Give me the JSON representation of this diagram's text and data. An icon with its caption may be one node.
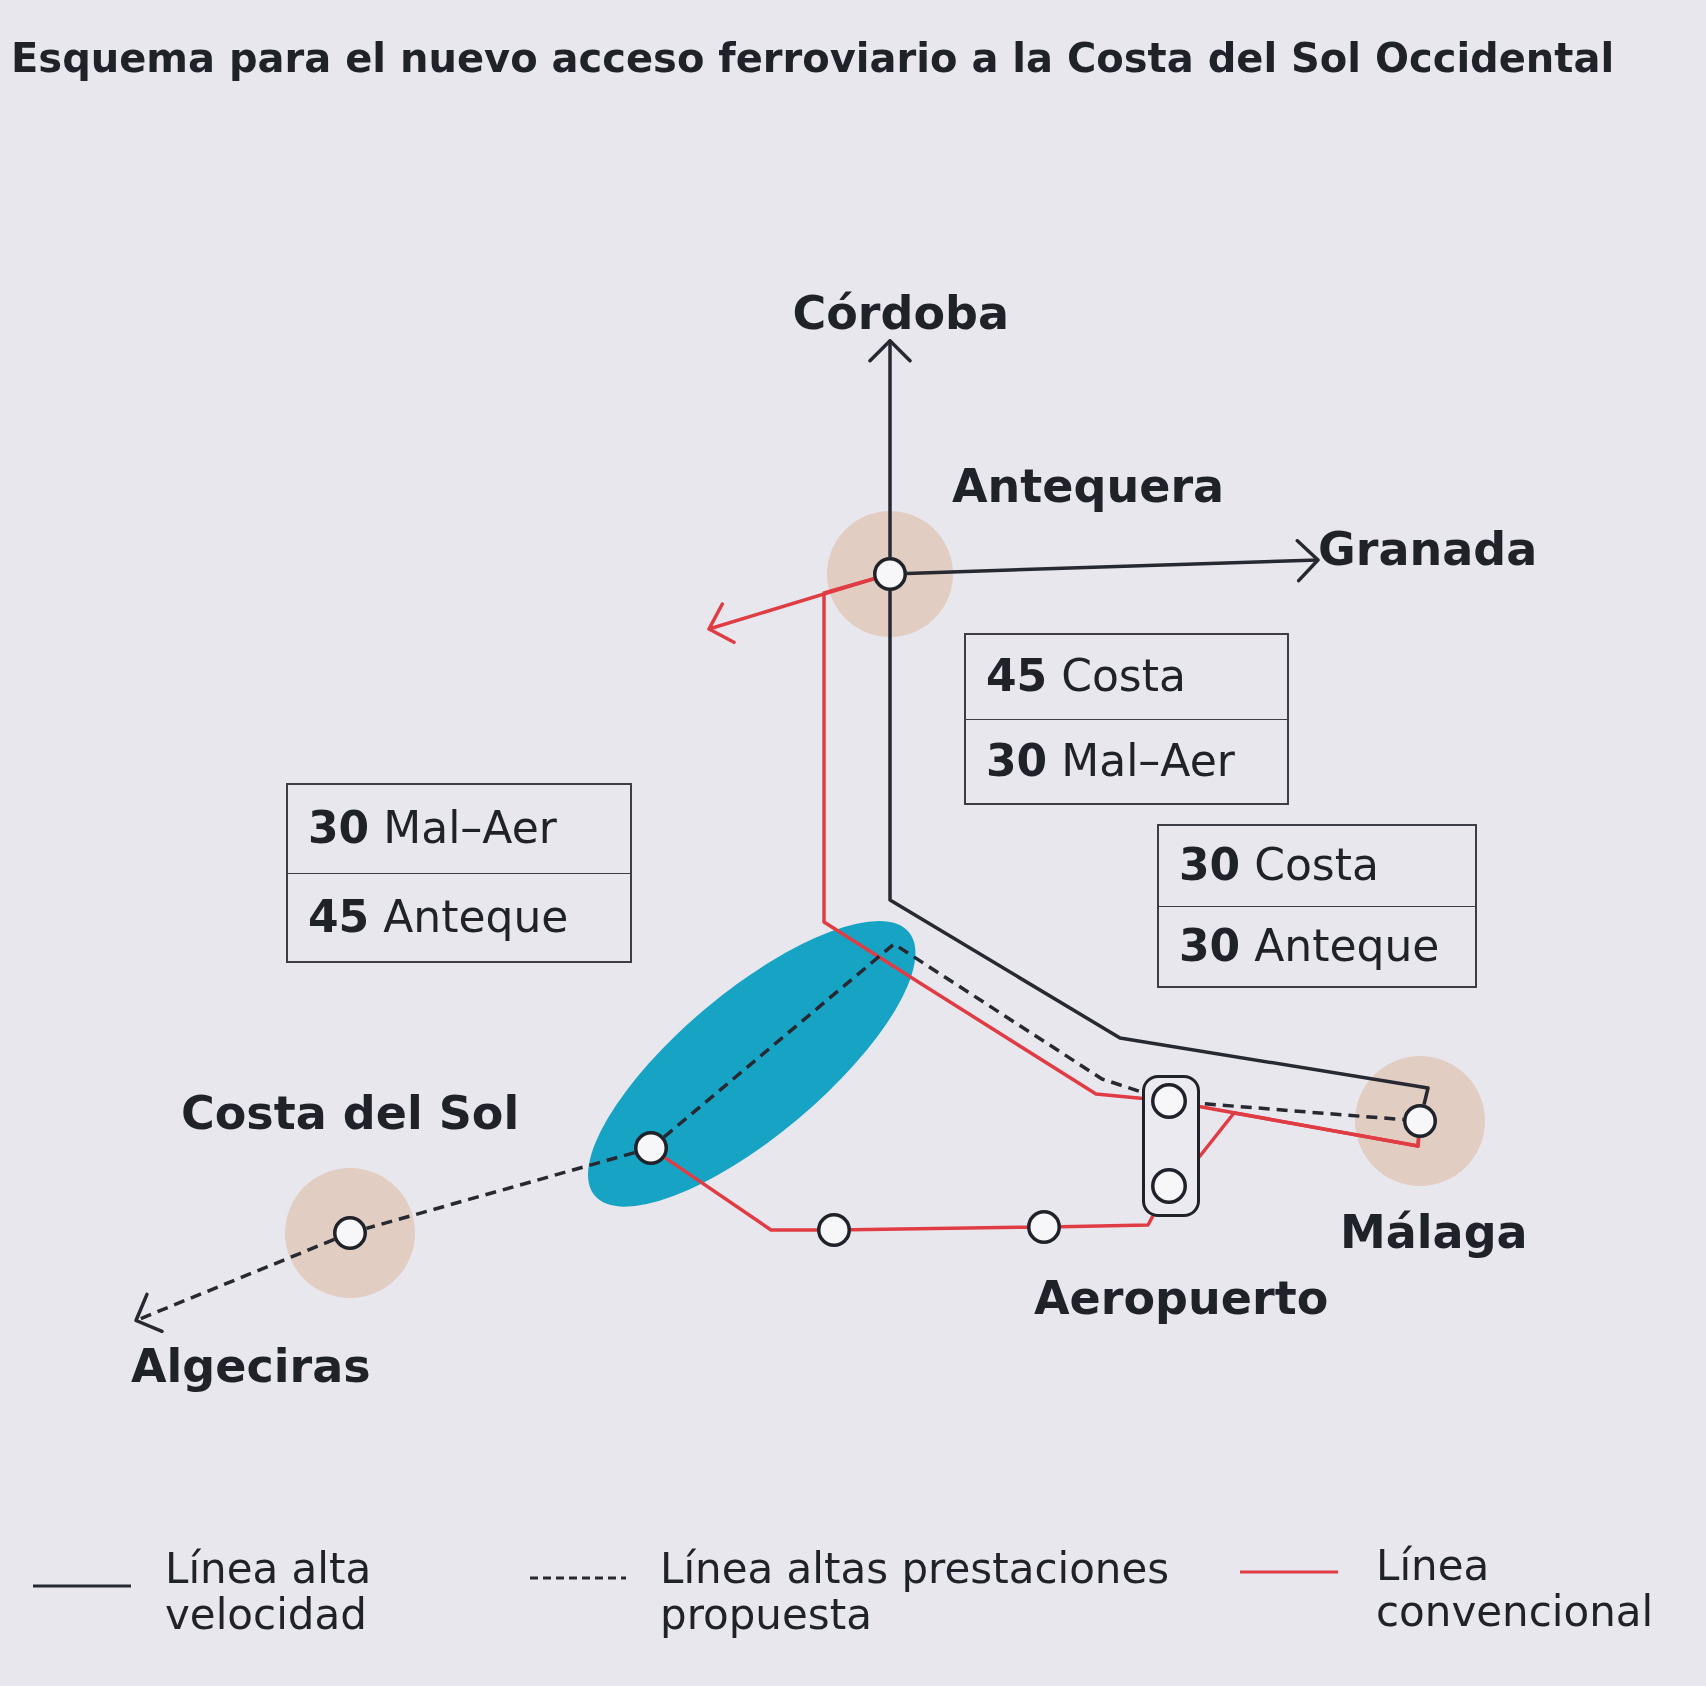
{
  "diagram": {
    "title": "Esquema para el nuevo acceso ferroviario a la Costa del Sol Occidental",
    "nodes": [
      {
        "text": [
          "Córdoba"
        ]
      },
      {
        "text": [
          "Antequera"
        ]
      },
      {
        "text": [
          "Granada"
        ]
      },
      {
        "text": [
          "**45** Costa",
          "**30** Mal–Aer"
        ]
      },
      {
        "text": [
          "**30** Mal–Aer",
          "**45** Anteque"
        ]
      },
      {
        "text": [
          "**30** Costa",
          "**30** Anteque"
        ]
      },
      {
        "text": [],
        "shape": "ellipse"
      },
      {
        "text": [],
        "shape": "circle",
        "in": 6
      },
      {
        "text": [
          "Costa del Sol"
        ]
      },
      {
        "text": [
          "Aeropuerto"
        ]
      },
      {
        "text": [],
        "shape": "circle",
        "in": 9
      },
      {
        "text": [],
        "shape": "circle",
        "in": 9
      },
      {
        "text": [
          "Málaga"
        ]
      },
      {
        "text": [],
        "shape": "circle"
      },
      {
        "text": [],
        "shape": "circle"
      },
      {
        "text": [
          "Algeciras"
        ]
      }
    ],
    "edges": [
      {
        "from": 1,
        "to": 0,
        "arrow": "to"
      },
      {
        "from": 1,
        "to": 2,
        "arrow": "to"
      },
      {
        "from": 1,
        "to": null,
        "arrow": "to",
        "color": "#e03c44"
      },
      {
        "from": 1,
        "to": 12,
        "arrow": "none"
      },
      {
        "from": 1,
        "to": 10,
        "arrow": "none",
        "color": "#e03c44"
      },
      {
        "from": 12,
        "to": 10,
        "arrow": "none",
        "color": "#e03c44"
      },
      {
        "from": 12,
        "to": 11,
        "arrow": "none",
        "color": "#e03c44"
      },
      {
        "from": 11,
        "to": 14,
        "arrow": "none",
        "color": "#e03c44"
      },
      {
        "from": 14,
        "to": 13,
        "arrow": "none",
        "color": "#e03c44"
      },
      {
        "from": 13,
        "to": 7,
        "arrow": "none",
        "color": "#e03c44"
      },
      {
        "from": 8,
        "to": 15,
        "arrow": "to",
        "style": "dashed"
      },
      {
        "from": 7,
        "to": 8,
        "arrow": "none",
        "style": "dashed"
      },
      {
        "from": 7,
        "to": 10,
        "arrow": "none",
        "style": "dashed"
      },
      {
        "from": 10,
        "to": 12,
        "arrow": "none",
        "style": "dashed"
      }
    ],
    "legend": [
      {
        "text": "Línea alta velocidad"
      },
      {
        "text": "Línea altas prestaciones propuesta"
      },
      {
        "text": "Línea convencional"
      }
    ]
  }
}
